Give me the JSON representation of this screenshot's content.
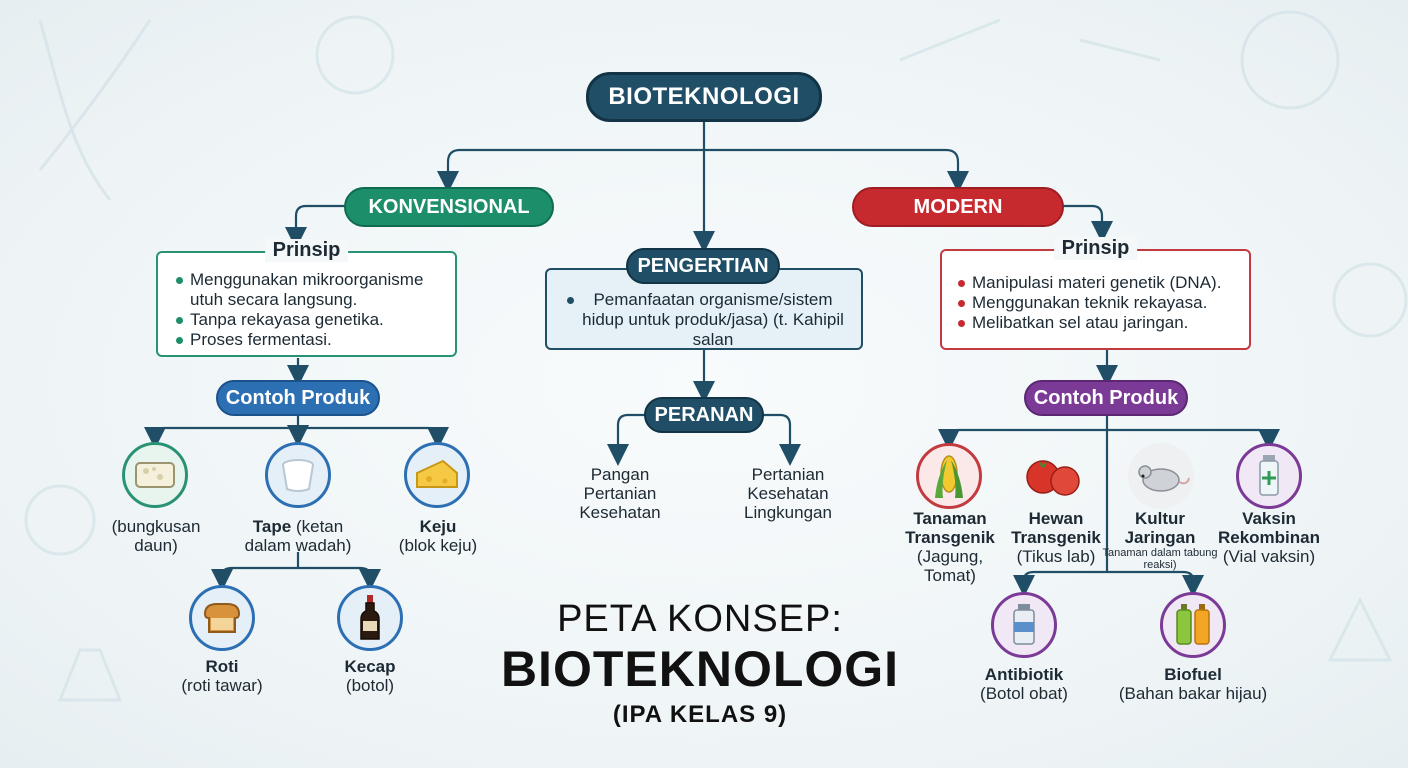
{
  "root": "BIOTEKNOLOGI",
  "konvensional": {
    "label": "KONVENSIONAL",
    "prinsip_title": "Prinsip",
    "prinsip": [
      "Menggunakan mikroorganisme utuh secara langsung.",
      "Tanpa rekayasa genetika.",
      "Proses fermentasi."
    ],
    "contoh_label": "Contoh Produk",
    "products": [
      {
        "name": "",
        "desc": "(bungkusan daun)",
        "icon": "tempeh-icon"
      },
      {
        "name": "Tape",
        "desc": "(ketan dalam wadah)",
        "icon": "tape-cup-icon"
      },
      {
        "name": "Keju",
        "desc": "(blok keju)",
        "icon": "cheese-icon"
      },
      {
        "name": "Roti",
        "desc": "(roti tawar)",
        "icon": "bread-icon"
      },
      {
        "name": "Kecap",
        "desc": "(botol)",
        "icon": "soy-sauce-bottle-icon"
      }
    ]
  },
  "pengertian": {
    "label": "PENGERTIAN",
    "text": "Pemanfaatan organisme/sistem hidup untuk produk/jasa) (t. Kahipil salan"
  },
  "peranan": {
    "label": "PERANAN",
    "left": [
      "Pangan",
      "Pertanian",
      "Kesehatan"
    ],
    "right": [
      "Pertanian",
      "Kesehatan",
      "Lingkungan"
    ]
  },
  "modern": {
    "label": "MODERN",
    "prinsip_title": "Prinsip",
    "prinsip": [
      "Manipulasi materi genetik (DNA).",
      "Menggunakan teknik rekayasa.",
      "Melibatkan sel atau jaringan."
    ],
    "contoh_label": "Contoh Produk",
    "products": [
      {
        "name": "Tanaman Transgenik",
        "desc": "(Jagung, Tomat)",
        "icon": "corn-icon"
      },
      {
        "name": "Hewan Transgenik",
        "desc": "(Tikus lab)",
        "icon": "tomato-icon"
      },
      {
        "name": "Kultur Jaringan",
        "desc": "Tanaman dalam tabung reaksi)",
        "icon": "lab-mouse-icon"
      },
      {
        "name": "Vaksin Rekombinan",
        "desc": "(Vial vaksin)",
        "icon": "vaccine-vial-icon"
      },
      {
        "name": "Antibiotik",
        "desc": "(Botol obat)",
        "icon": "medicine-bottle-icon"
      },
      {
        "name": "Biofuel",
        "desc": "(Bahan bakar hijau)",
        "icon": "biofuel-bottles-icon"
      }
    ]
  },
  "title": {
    "line1": "PETA KONSEP:",
    "line2": "BIOTEKNOLOGI",
    "line3": "(IPA KELAS 9)"
  },
  "colors": {
    "root": "#1f4e66",
    "konvensional": "#1d8e6a",
    "modern": "#c62a2f",
    "contoh_konv": "#2d6fb3",
    "contoh_modern": "#7a3a96"
  }
}
